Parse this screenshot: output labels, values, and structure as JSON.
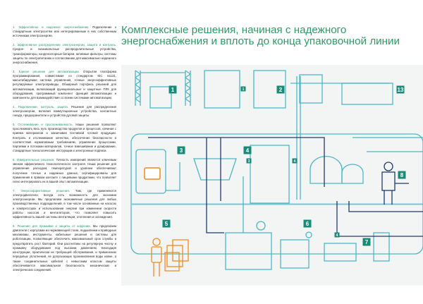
{
  "title": "Комплексные решения, начиная с надежного энергоснабжения и вплоть до конца упаковочной линии",
  "sections": [
    {
      "num": "1.",
      "heading": "Эффективное и надежное энергоснабжение.",
      "text": "Подключение к стандартным электросетям или интегрированным в них собственным источникам электроэнергии."
    },
    {
      "num": "2.",
      "heading": "Эффективное распределение электроэнергии, защита и контроль.",
      "text": "Средне- и низковольтные распределительные устройства, трансформаторы, конденсаторные батареи, активные фильтры, системы защиты по электропитанию и согласованию для максимально надежного энергоснабжения."
    },
    {
      "num": "3.",
      "heading": "Единое решение для автоматизации.",
      "text": "Открытая платформа программирования, совместимая со стандартом IEC 61131, масштабируемая система управления, точные энергоэффективные регулируемые электроприводы. Обширный портфель решений для автоматизации, включающий функциональные и защитные ПЛК для оборудования, программный компонент функций автоматизации и компоненты для взаимодействия со всеми системами автоматизации."
    },
    {
      "num": "4.",
      "heading": "Подключение, контроль, защита.",
      "text": "Решения для распределения электроэнергии, включая коммутационные устройства, контактные гнезда, предохранители и устройства дуговой защиты."
    },
    {
      "num": "5.",
      "heading": "Отслеживание и прослеживаемость.",
      "text": "Наши решения позволяют прослеживать весь путь производства продуктов и процессов, начиная с приема материалов и заканчивая поставкой готовой продукции. Контроль и отслеживание качества, обеспечение безопасности и соответствия нормативным требованиям, управление процессами, партиями и потоками материалов, точное взвешивание и дозирование, стандартные технологические инструкции и электронные подписи."
    },
    {
      "num": "6.",
      "heading": "Измерительные решения.",
      "text": "Точность измерений является ключевым звеном эффективного технологического контроля. Наши решения для управления расходом, температурой и уровнем обеспечивают получение точных и надежных данных, сертифицированы для применения в прямом контакте с пищевыми продуктами, что позволяет легко интегрировать их в вашей опыт автоматизации."
    },
    {
      "num": "7.",
      "heading": "Энергоэффективные решения.",
      "text": "Там, где применяются электродвигатели, всегда есть возможность для экономии электроэнергии. Мы предлагаем экономичные решения для любых производственных подразделений, в том числе основанные на насосах и компрессорах и использовании энергии при изменении скорости работы насосов и вентиляторов, что позволяет повысить эффективность вашей системы вентиляции, отопления и охлаждения."
    },
    {
      "num": "8.",
      "heading": "Решения для промывки и защиты от коррозии.",
      "text": "Мы предлагаем двигатели с корпусами из нержавеющей стали, подшипники и приводные механизмы, инструменты, кабельные решения и системы для роботизации, позволяющие обеспечить максимальный срок службы и предотвратить рост бактерий. Они рассчитаны на регулярную чистку и промывку оборудования под высоким давлением. Благодаря конструкции, практически не требующей обслуживания, и применению передовых уплотнений, не допускающих проникновения воды извне, а также соединительных кабелей с невысоким классом защиты обеспечивается максимальная безопасность механических и электрических соединений."
    }
  ],
  "badges": [
    "1",
    "1",
    "2",
    "13",
    "3",
    "4",
    "3",
    "4",
    "8",
    "5",
    "6",
    "4",
    "7"
  ],
  "colors": {
    "badge": "#1a8a78",
    "pipe": "#4fb6c4",
    "dark": "#1f3a6b",
    "orange": "#f08a1c",
    "bg": "#f3f5f5"
  }
}
